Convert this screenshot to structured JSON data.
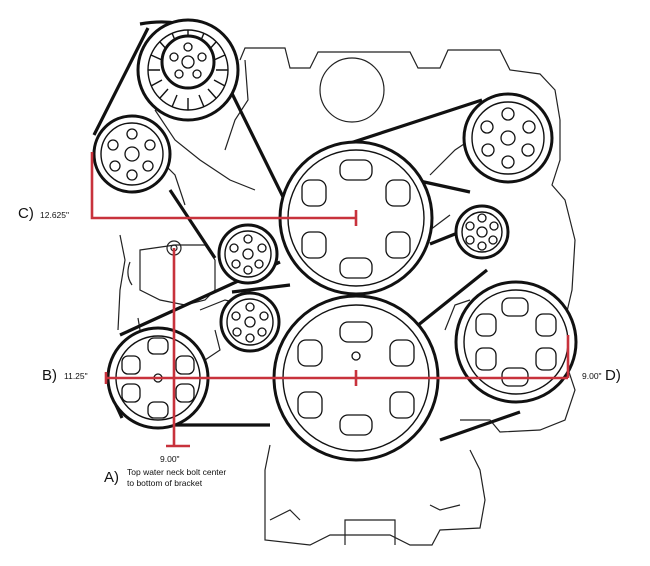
{
  "colors": {
    "dimension_line": "#c8323c",
    "belt": "#111111",
    "outline": "#222222"
  },
  "labels": {
    "c_letter": "C)",
    "c_value": "12.625\"",
    "b_letter": "B)",
    "b_value": "11.25\"",
    "d_value": "9.00\"",
    "d_letter": "D)",
    "a_value": "9.00\"",
    "a_letter": "A)",
    "a_desc_line1": "Top water neck bolt center",
    "a_desc_line2": "to bottom of bracket"
  }
}
